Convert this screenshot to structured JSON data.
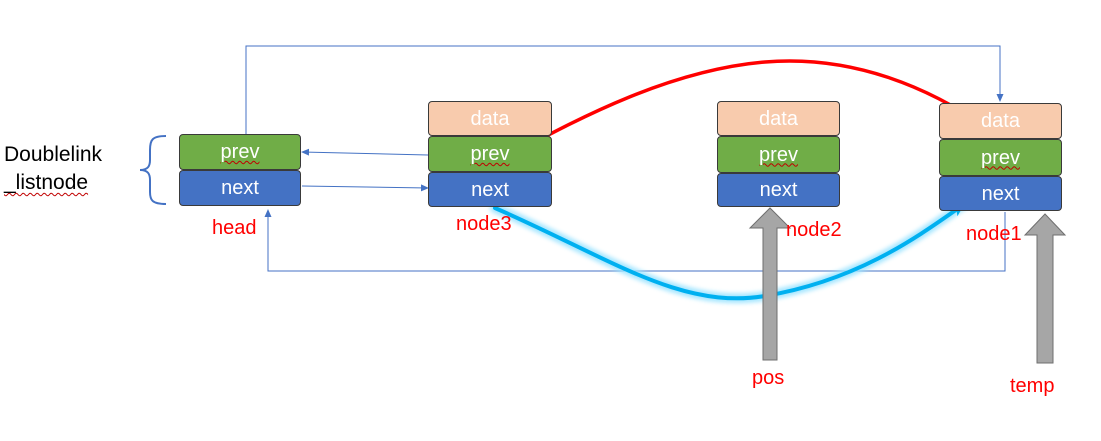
{
  "type_label": {
    "line1": "Doublelink",
    "line2": "_listnode"
  },
  "fields": {
    "data": "data",
    "prev": "prev",
    "next": "next"
  },
  "nodes": {
    "head": {
      "name": "head"
    },
    "node3": {
      "name": "node3"
    },
    "node2": {
      "name": "node2"
    },
    "node1": {
      "name": "node1"
    }
  },
  "pointers": {
    "pos": "pos",
    "temp": "temp"
  },
  "colors": {
    "data_fill": "#f8cbad",
    "prev_fill": "#70ad47",
    "next_fill": "#4472c4",
    "connector": "#4472c4",
    "red_arrow": "#ff0000",
    "blue_arrow": "#00b0f0",
    "pointer_arrow": "#a6a6a6",
    "label": "#ff0000"
  }
}
